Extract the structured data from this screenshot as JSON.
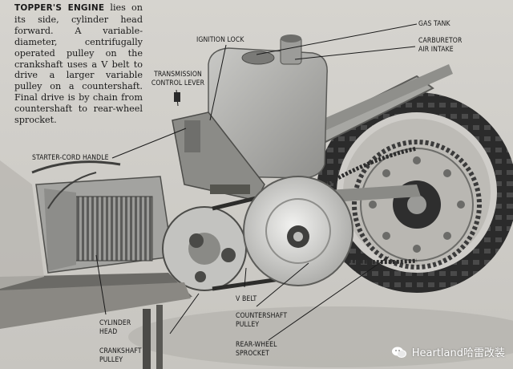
{
  "caption": {
    "title": "TOPPER'S ENGINE",
    "body": " lies on its side, cylinder head forward. A variable-diameter, centrifugally operated pulley on the crankshaft uses a V belt to drive a larger variable pulley on a countershaft. Final drive is by chain from countershaft to rear-wheel sprocket."
  },
  "labels": {
    "gas_tank": "GAS TANK",
    "carburetor": "CARBURETOR",
    "air_intake": "AIR INTAKE",
    "ignition_lock": "IGNITION LOCK",
    "transmission": "TRANSMISSION",
    "control_lever": "CONTROL LEVER",
    "starter_cord": "STARTER-CORD HANDLE",
    "cylinder": "CYLINDER",
    "head": "HEAD",
    "crankshaft": "CRANKSHAFT",
    "pulley": "PULLEY",
    "v_belt": "V BELT",
    "countershaft": "COUNTERSHAFT",
    "countershaft_pulley": "PULLEY",
    "rear_wheel": "REAR-WHEEL",
    "sprocket": "SPROCKET"
  },
  "watermark": {
    "text": "Heartland哈雷改装",
    "icon": "wechat-icon"
  }
}
